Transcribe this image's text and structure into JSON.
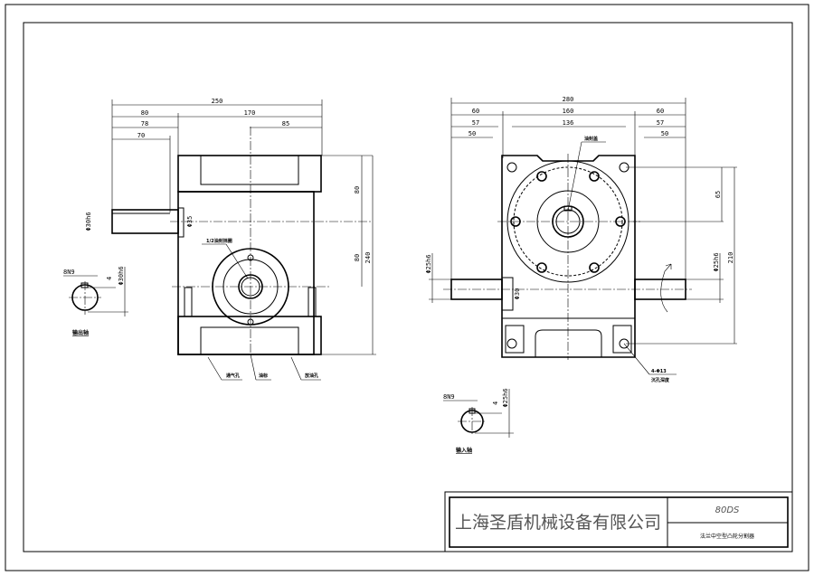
{
  "drawing": {
    "left_view": {
      "dims": {
        "overall_width": "250",
        "left_offset": "80",
        "body_width": "170",
        "half_width": "85",
        "motor_depth": "78",
        "shaft_length": "70",
        "upper_height": "80",
        "lower_height": "80",
        "total_height": "240",
        "shaft_dia": "Φ30h6",
        "flange_dia": "Φ35"
      },
      "labels": {
        "seal": "1/2油封挡圈",
        "key_view": "输出轴",
        "vent": "通气孔",
        "oil_gauge": "油标",
        "drain": "放油孔",
        "keyway": "8N9",
        "key_h": "4",
        "key_dia": "Φ30h6"
      }
    },
    "right_view": {
      "dims": {
        "overall_width": "280",
        "left_60": "60",
        "mid_160": "160",
        "right_60": "60",
        "left_57": "57",
        "mid_136": "136",
        "right_57": "57",
        "left_50": "50",
        "right_50": "50",
        "center_height": "65",
        "total_height": "210",
        "shaft_dia_left": "Φ25h6",
        "shaft_dia_right": "Φ25h6",
        "hub_dia": "Φ30"
      },
      "labels": {
        "cover": "油封盖",
        "holes": "4-Φ13",
        "holes_note": "沉孔深度",
        "key_view": "输入轴",
        "keyway": "8N9",
        "key_h": "4",
        "key_dia": "Φ25h6"
      }
    }
  },
  "title_block": {
    "company": "上海圣盾机械设备有限公司",
    "model": "80DS",
    "product_name": "法兰中空型凸轮分割器"
  }
}
